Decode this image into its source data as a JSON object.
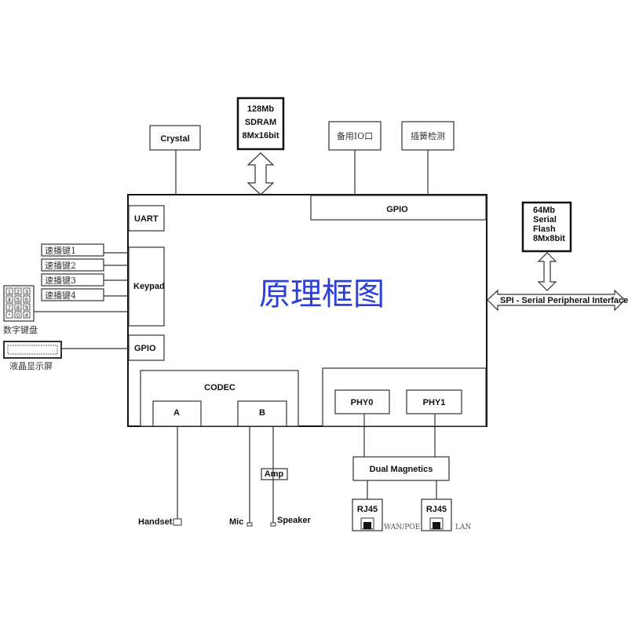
{
  "title": "原理框图",
  "colors": {
    "title": "#2b3fd9",
    "line": "#333333"
  },
  "top": {
    "crystal": "Crystal",
    "sdram": [
      "128Mb",
      "SDRAM",
      "8Mx16bit"
    ],
    "spare_io": "备用IO口",
    "jack_detect": "插簧检测"
  },
  "main": {
    "gpio_top": "GPIO",
    "uart": "UART",
    "keypad": "Keypad",
    "gpio_left": "GPIO",
    "codec": "CODEC",
    "codec_a": "A",
    "codec_b": "B",
    "phy0": "PHY0",
    "phy1": "PHY1"
  },
  "left": {
    "speed_keys": [
      "速播键1",
      "速播键2",
      "速播键3",
      "速播键4"
    ],
    "keypad_keys": [
      "1",
      "2",
      "3",
      "4",
      "5",
      "6",
      "7",
      "8",
      "9",
      "*",
      "0",
      "#"
    ],
    "keypad_label": "数字键盘",
    "lcd_label": "液晶显示屏"
  },
  "right": {
    "flash": [
      "64Mb",
      "Serial",
      "Flash",
      "8Mx8bit"
    ],
    "spi": "SPI - Serial Peripheral Interface"
  },
  "bottom": {
    "amp": "Amp",
    "handset": "Handset",
    "mic": "Mic",
    "speaker": "Speaker",
    "dual_magnetics": "Dual Magnetics",
    "rj45_wan": "RJ45",
    "rj45_lan": "RJ45",
    "wan_label": "WAN/POE",
    "lan_label": "LAN"
  }
}
